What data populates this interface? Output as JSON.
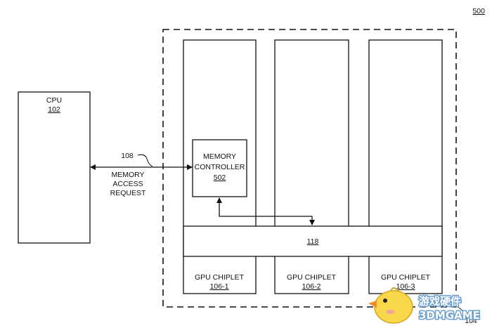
{
  "figure": {
    "number": "500",
    "dashed_box_ref": "104"
  },
  "cpu": {
    "title": "CPU",
    "ref": "102"
  },
  "link": {
    "ref": "108",
    "label_lines": [
      "MEMORY",
      "ACCESS",
      "REQUEST"
    ]
  },
  "memory_controller": {
    "title_lines": [
      "MEMORY",
      "CONTROLLER"
    ],
    "ref": "502"
  },
  "bus": {
    "ref": "118"
  },
  "chiplets": [
    {
      "title": "GPU CHIPLET",
      "ref": "106-1"
    },
    {
      "title": "GPU CHIPLET",
      "ref": "106-2"
    },
    {
      "title": "GPU CHIPLET",
      "ref": "106-3"
    }
  ],
  "watermark": {
    "cn": "游戏硬件",
    "en": "3DMGAME"
  }
}
